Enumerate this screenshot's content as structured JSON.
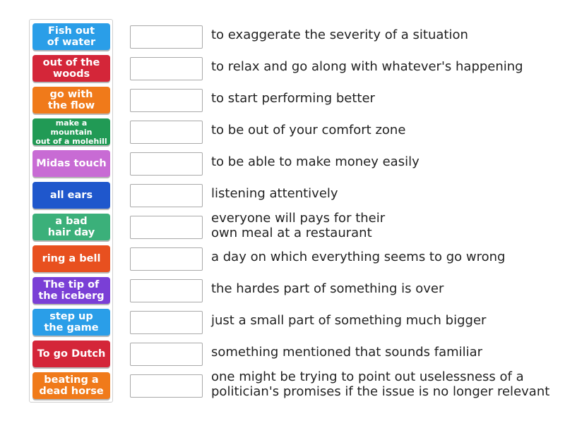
{
  "tiles": [
    {
      "label": "Fish out\nof water",
      "color": "#2a9ee8"
    },
    {
      "label": "out of the\nwoods",
      "color": "#d42639"
    },
    {
      "label": "go with\nthe flow",
      "color": "#f07a1a"
    },
    {
      "label": "make a mountain\nout of a molehill",
      "color": "#219a55"
    },
    {
      "label": "Midas touch",
      "color": "#c86bd4"
    },
    {
      "label": "all ears",
      "color": "#1f57cc"
    },
    {
      "label": "a bad\nhair day",
      "color": "#3bb07a"
    },
    {
      "label": "ring a bell",
      "color": "#e8501f"
    },
    {
      "label": "The tip of\nthe iceberg",
      "color": "#7a3fd6"
    },
    {
      "label": "step up\nthe game",
      "color": "#2a9ee8"
    },
    {
      "label": "To go Dutch",
      "color": "#d42639"
    },
    {
      "label": "beating a\ndead horse",
      "color": "#f07a1a"
    }
  ],
  "definitions": [
    "to exaggerate the severity of a situation",
    "to relax and go along with whatever's happening",
    "to start performing better",
    "to be out of your comfort zone",
    "to be able to make money easily",
    "listening attentively",
    "everyone will pays for their\nown meal at a restaurant",
    "a day on which everything seems to go wrong",
    "the hardes part of something is over",
    "just a small part of something much bigger",
    "something mentioned that sounds familiar",
    "one might be trying to point out uselessness of a\npolitician's promises if the issue is no longer relevant"
  ]
}
